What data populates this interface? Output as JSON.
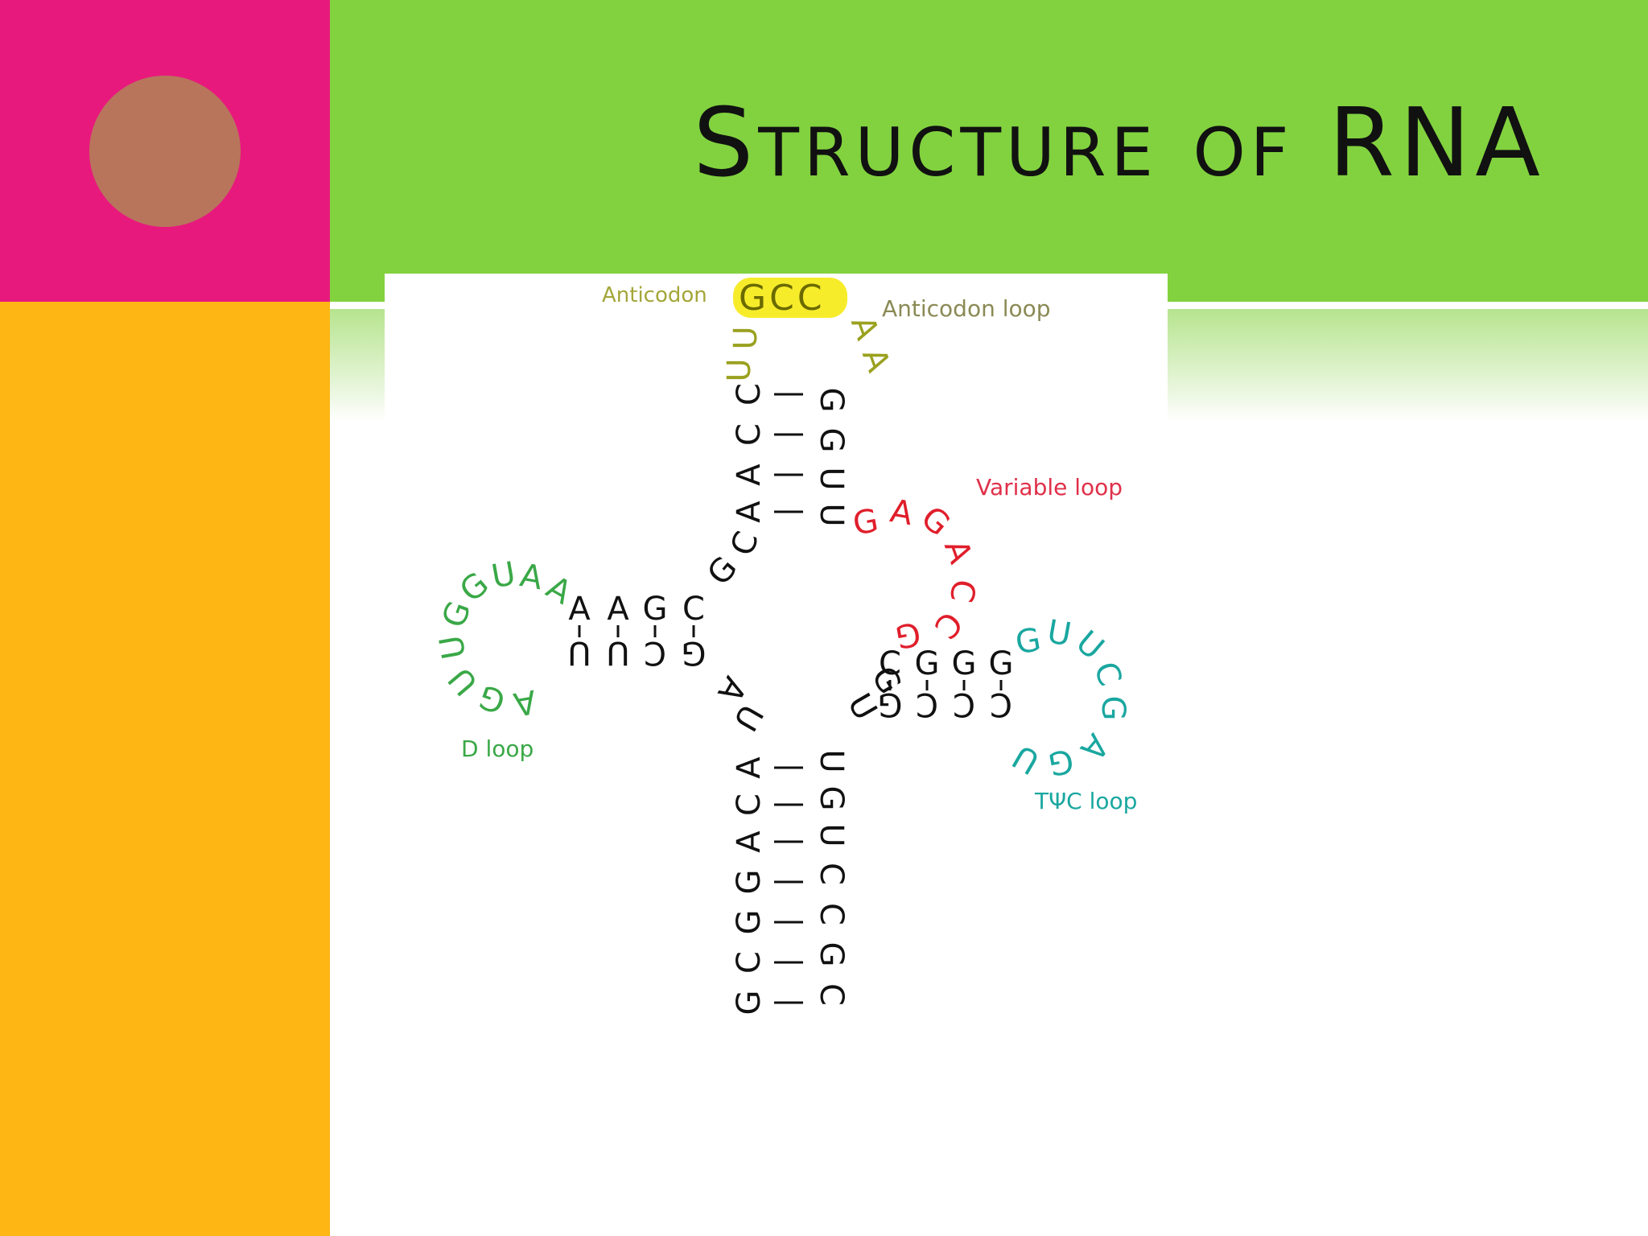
{
  "slide": {
    "title": "Structure of RNA"
  },
  "colors": {
    "pink": "#e8197d",
    "orange": "#fdb614",
    "green": "#82d23f",
    "circle": "#b8755c",
    "anticodon": "#9aa11f",
    "variable": "#e01e2b",
    "d_loop": "#3aa847",
    "tpsic_loop": "#1aa7a0",
    "black": "#111111"
  },
  "diagram": {
    "labels": {
      "anticodon": "Anticodon",
      "anticodon_codon": "GCC",
      "anticodon_loop": "Anticodon loop",
      "variable_loop": "Variable loop",
      "d_loop": "D loop",
      "tpsic_loop": "TΨC loop"
    }
  }
}
